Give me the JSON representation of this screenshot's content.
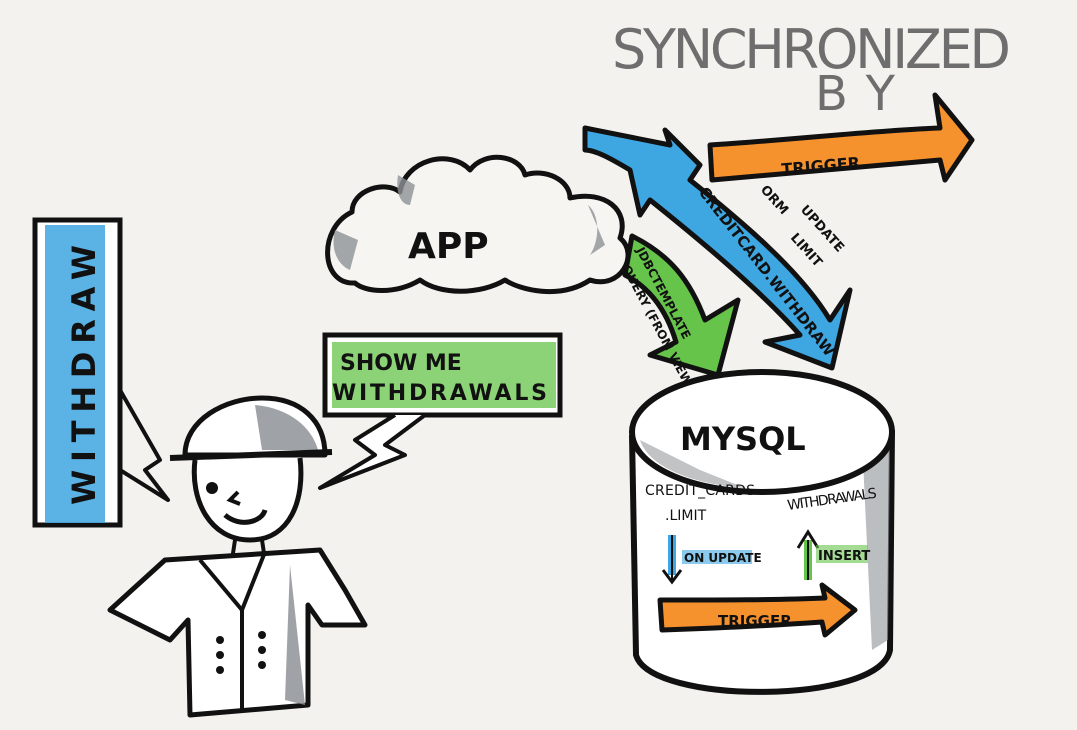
{
  "title": {
    "line1": "SYNCHRONIZED",
    "line2": "BY"
  },
  "top_trigger_label": "TRIGGER",
  "app_label": "APP",
  "orm_label": {
    "line1": "ORM",
    "line2": "UPDATE",
    "line3": "LIMIT"
  },
  "creditcard_label": "CREDITCARD.WITHDRAW",
  "jdbc_label": {
    "line1": "JDBCTEMPLATE",
    "line2": "QUERY (FROM VIEW)"
  },
  "withdraw_label": "WITHDRAW",
  "speech": {
    "line1": "SHOW ME",
    "line2": "WITHDRAWALS"
  },
  "db": {
    "name": "MYSQL",
    "left_table": "CREDIT_CARDS",
    "left_field": ".LIMIT",
    "right_table": "WITHDRAWALS",
    "on_update": "ON UPDATE",
    "insert": "INSERT",
    "trigger": "TRIGGER"
  },
  "colors": {
    "blue": "#3ea6e0",
    "orange": "#f6922e",
    "green": "#66c44a",
    "gray": "#8e9296",
    "ink": "#111111",
    "paper": "#f3f2ee"
  }
}
